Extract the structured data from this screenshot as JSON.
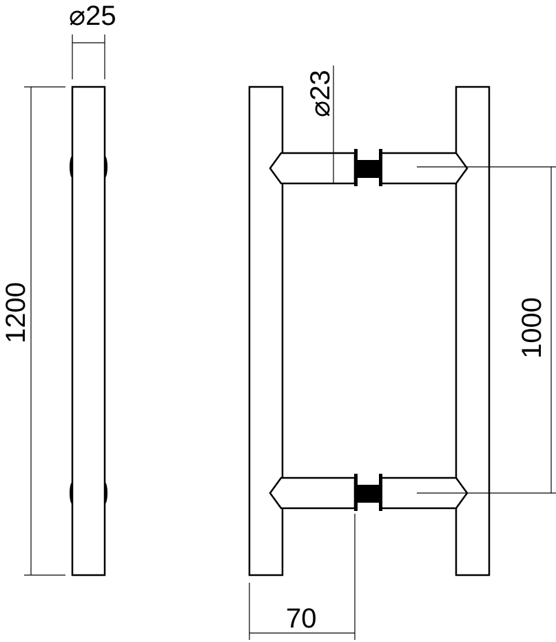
{
  "dimensions": {
    "bar_diameter": "⌀25",
    "standoff_diameter": "⌀23",
    "overall_length": "1200",
    "center_to_center": "1000",
    "projection": "70"
  }
}
